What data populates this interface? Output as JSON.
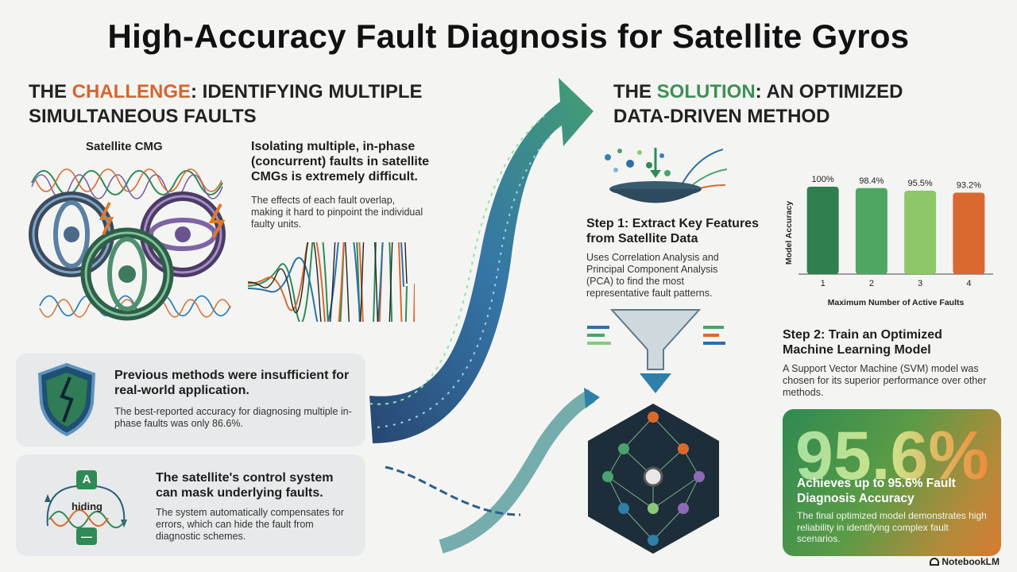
{
  "title": "High-Accuracy Fault Diagnosis for Satellite Gyros",
  "challenge": {
    "heading_prefix": "THE ",
    "heading_highlight": "CHALLENGE",
    "heading_rest_line1": ": IDENTIFYING MULTIPLE",
    "heading_line2": "SIMULTANEOUS FAULTS",
    "cmg_label": "Satellite CMG",
    "isolating_text": "Isolating multiple, in-phase (concurrent) faults in satellite CMGs is extremely difficult.",
    "overlap_text": "The effects of each fault overlap, making it hard to pinpoint the individual faulty units.",
    "card1": {
      "title": "Previous methods were insufficient for real-world application.",
      "text": "The best-reported accuracy for diagnosing multiple in-phase faults was only 86.6%."
    },
    "card2": {
      "title": "The satellite's control system can mask underlying faults.",
      "text": "The system automatically compensates for errors, which can hide the fault from diagnostic schemes.",
      "icon_a": "A",
      "icon_hiding": "hiding",
      "icon_minus": "—"
    }
  },
  "solution": {
    "heading_prefix": "THE ",
    "heading_highlight": "SOLUTION",
    "heading_rest_line1": ": AN OPTIMIZED",
    "heading_line2": "DATA-DRIVEN METHOD",
    "step1": {
      "title": "Step 1: Extract Key Features from Satellite Data",
      "text": "Uses Correlation Analysis and Principal Component Analysis (PCA) to find the most representative fault patterns."
    },
    "step2": {
      "title": "Step 2: Train an Optimized Machine Learning Model",
      "text": "A Support Vector Machine (SVM) model was chosen for its superior performance over other methods."
    },
    "result": {
      "big_number": "95.6%",
      "headline": "Achieves up to 95.6% Fault Diagnosis Accuracy",
      "text": "The final optimized model demonstrates high reliability in identifying complex fault scenarios."
    }
  },
  "chart_data": {
    "type": "bar",
    "categories": [
      "1",
      "2",
      "3",
      "4"
    ],
    "values": [
      100,
      98.4,
      95.5,
      93.2
    ],
    "value_labels": [
      "100%",
      "98.4%",
      "95.5%",
      "93.2%"
    ],
    "colors": [
      "#2f7f4f",
      "#4fa562",
      "#8dc769",
      "#d9692f"
    ],
    "xlabel": "Maximum Number of Active Faults",
    "ylabel": "Model Accuracy",
    "grid": false,
    "legend": "none"
  },
  "branding": "NotebookLM"
}
